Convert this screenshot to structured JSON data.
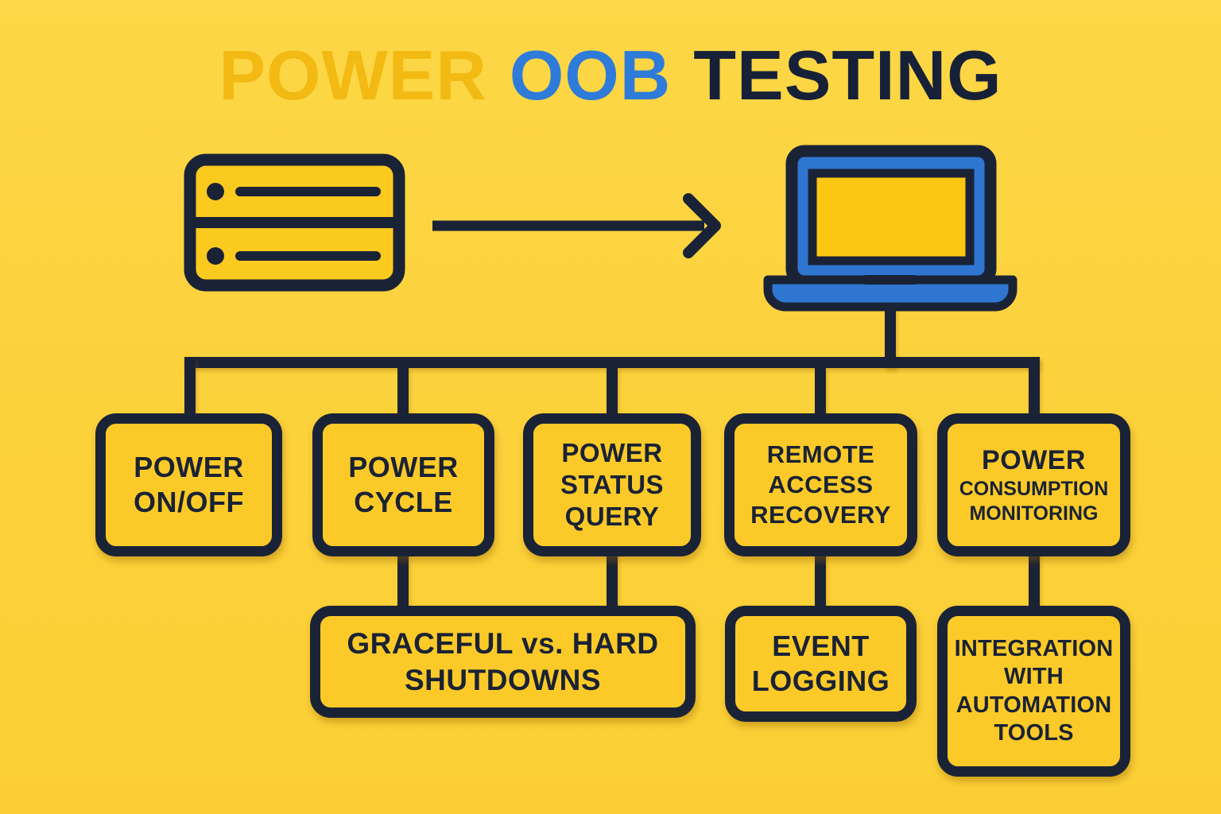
{
  "title": {
    "power": "POWER",
    "oob": "OOB",
    "testing": "TESTING"
  },
  "icons": {
    "server": "server-rack-icon",
    "arrow": "arrow-right-icon",
    "laptop": "laptop-icon"
  },
  "colors": {
    "background_yellow": "#FCD340",
    "box_fill_gold": "#FBCA28",
    "outline_navy": "#1A2336",
    "accent_blue": "#2E76D0",
    "title_gold": "#F2BA12",
    "title_blue": "#2E7BDA",
    "title_navy": "#162138",
    "laptop_screen_yellow": "#FCC712"
  },
  "nodes": {
    "power_on_off": {
      "lines": [
        "POWER",
        "ON/OFF"
      ]
    },
    "power_cycle": {
      "lines": [
        "POWER",
        "CYCLE"
      ]
    },
    "power_status_query": {
      "lines": [
        "POWER",
        "STATUS",
        "QUERY"
      ]
    },
    "remote_access_recovery": {
      "lines": [
        "REMOTE",
        "ACCESS",
        "RECOVERY"
      ]
    },
    "power_consumption_monitoring": {
      "lines": [
        "POWER",
        "CONSUMPTION",
        "MONITORING"
      ]
    },
    "graceful_vs_hard_shutdowns": {
      "lines": [
        "GRACEFUL vs. HARD",
        "SHUTDOWNS"
      ]
    },
    "event_logging": {
      "lines": [
        "EVENT",
        "LOGGING"
      ]
    },
    "integration_with_automation_tools": {
      "lines": [
        "INTEGRATION",
        "WITH",
        "AUTOMATION",
        "TOOLS"
      ]
    }
  }
}
